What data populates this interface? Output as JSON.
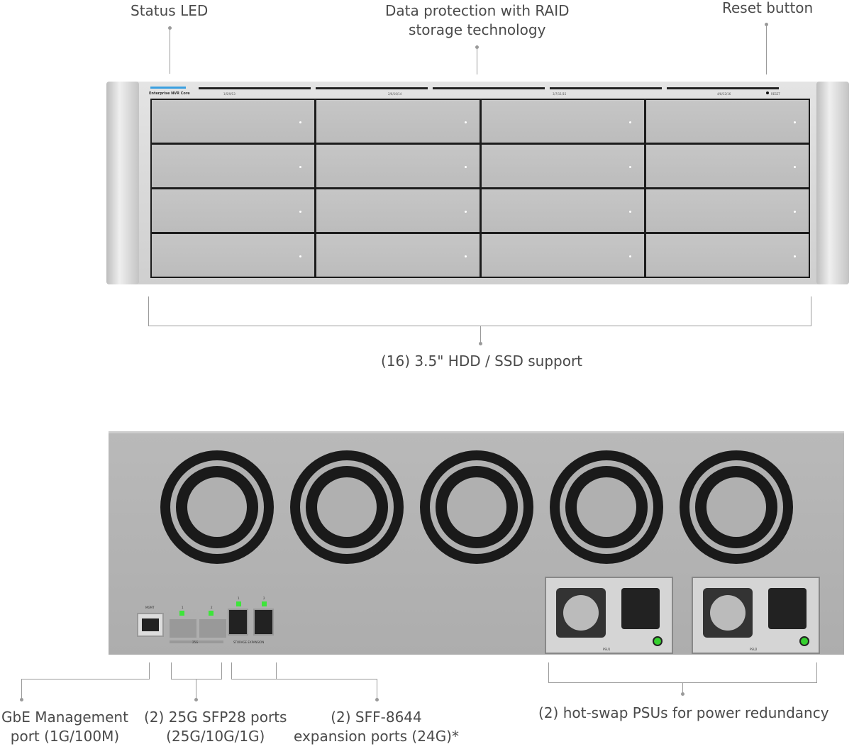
{
  "front": {
    "brand": "Enterprise NVR Core",
    "bay_labels": [
      "1/5/9/13",
      "2/6/10/14",
      "3/7/11/15",
      "4/8/12/16"
    ],
    "reset_label": "RESET",
    "callouts": {
      "status_led": "Status LED",
      "raid_line1": "Data protection with RAID",
      "raid_line2": "storage technology",
      "reset": "Reset button",
      "drives": "(16) 3.5\" HDD / SSD support"
    }
  },
  "rear": {
    "mgmt_label": "MGMT",
    "sfp_labels": [
      "1",
      "2"
    ],
    "exp_labels": [
      "1",
      "2"
    ],
    "sfp_group_label": "25G",
    "storage_expansion_label": "STORAGE EXPANSION",
    "psu_labels": [
      "PSU1",
      "PSU2"
    ],
    "callouts": {
      "mgmt_line1": "GbE Management",
      "mgmt_line2": "port (1G/100M)",
      "sfp_line1": "(2) 25G SFP28 ports",
      "sfp_line2": "(25G/10G/1G)",
      "sff_line1": "(2) SFF-8644",
      "sff_line2": "expansion ports (24G)*",
      "psu": "(2) hot-swap PSUs for power redundancy"
    }
  },
  "colors": {
    "led_green": "#3de53a",
    "status_blue": "#3aa0e0"
  }
}
